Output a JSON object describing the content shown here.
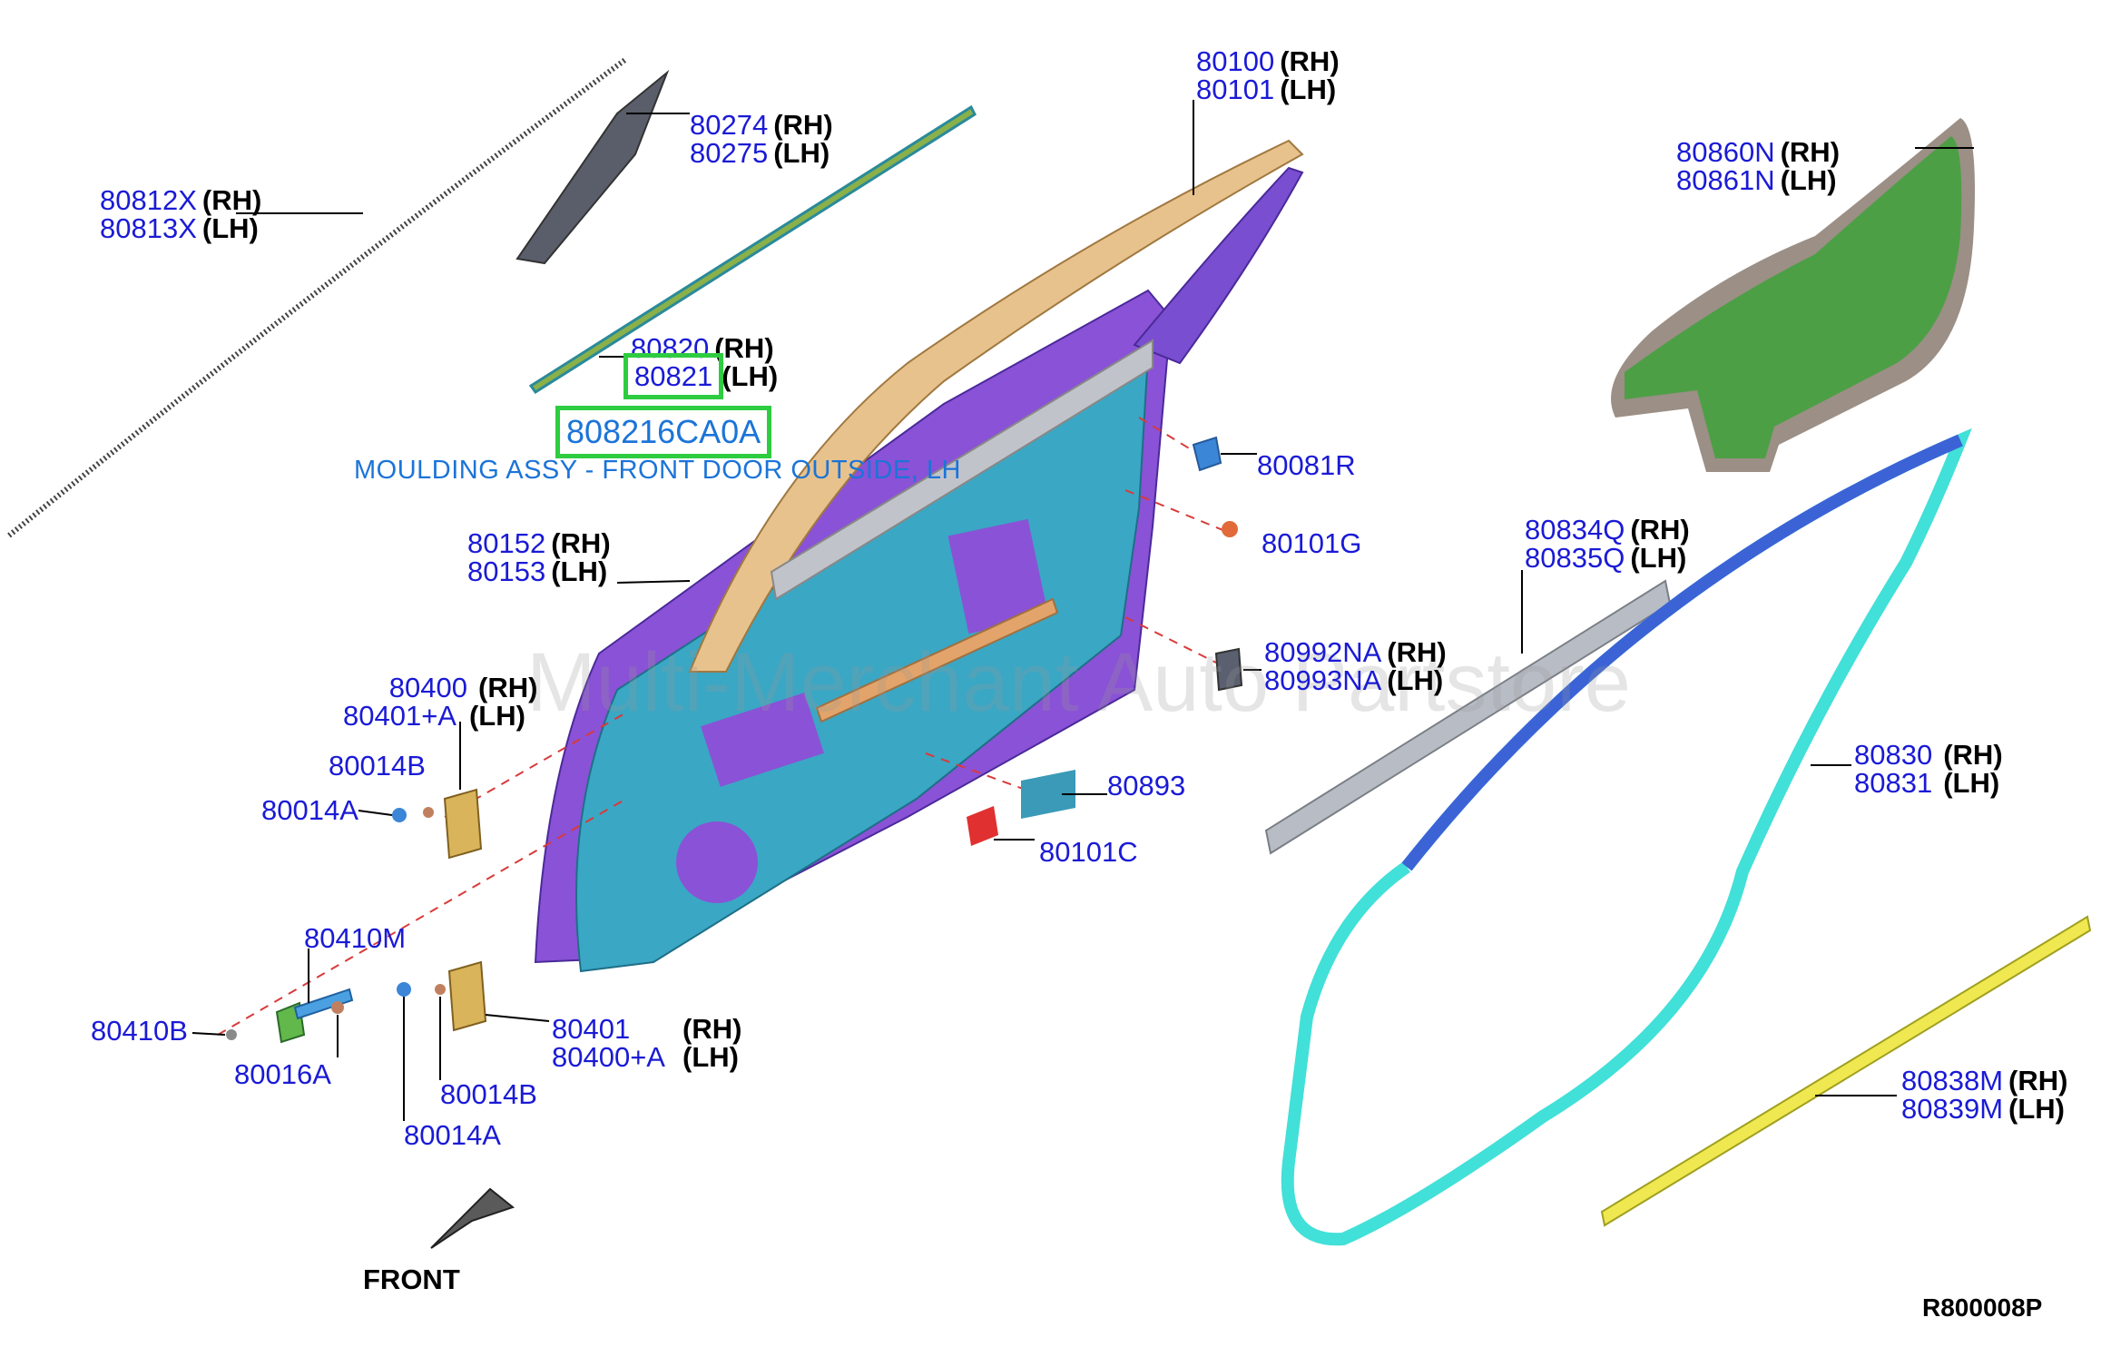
{
  "watermark": "Multi-Merchant Auto Partstore",
  "front_label": "FRONT",
  "ref_code": "R800008P",
  "highlight": {
    "part": "808216CA0A",
    "description": "MOULDING ASSY - FRONT DOOR OUTSIDE, LH"
  },
  "labels": {
    "l80812x": {
      "a": "80812X",
      "b": "80813X",
      "ra": "(RH)",
      "rb": "(LH)"
    },
    "l80274": {
      "a": "80274",
      "b": "80275",
      "ra": "(RH)",
      "rb": "(LH)"
    },
    "l80100": {
      "a": "80100",
      "b": "80101",
      "ra": "(RH)",
      "rb": "(LH)"
    },
    "l80860": {
      "a": "80860N",
      "b": "80861N",
      "ra": "(RH)",
      "rb": "(LH)"
    },
    "l80820": {
      "a": "80820",
      "b": "80821",
      "ra": "(RH)",
      "rb": "(LH)"
    },
    "l80081r": "80081R",
    "l80101g": "80101G",
    "l80152": {
      "a": "80152",
      "b": "80153",
      "ra": "(RH)",
      "rb": "(LH)"
    },
    "l80834": {
      "a": "80834Q",
      "b": "80835Q",
      "ra": "(RH)",
      "rb": "(LH)"
    },
    "l80992": {
      "a": "80992NA",
      "b": "80993NA",
      "ra": "(RH)",
      "rb": "(LH)"
    },
    "l80400": {
      "a": "80400",
      "b": "80401+A",
      "ra": "(RH)",
      "rb": "(LH)"
    },
    "l80014b1": "80014B",
    "l80014a1": "80014A",
    "l80893": "80893",
    "l80101c": "80101C",
    "l80830": {
      "a": "80830",
      "b": "80831",
      "ra": "(RH)",
      "rb": "(LH)"
    },
    "l80410m": "80410M",
    "l80410b": "80410B",
    "l80016a": "80016A",
    "l80401": {
      "a": "80401",
      "b": "80400+A",
      "ra": "(RH)",
      "rb": "(LH)"
    },
    "l80014b2": "80014B",
    "l80014a2": "80014A",
    "l80838": {
      "a": "80838M",
      "b": "80839M",
      "ra": "(RH)",
      "rb": "(LH)"
    }
  },
  "colors": {
    "label_blue": "#1a1ad6",
    "highlight_green": "#2ecc40",
    "door_teal": "#3aa7c4",
    "door_purple": "#8a52d6",
    "sash_tan": "#e8c28c",
    "seal_cyan": "#41e0d8",
    "seal_blue": "#3b63d6",
    "trim_green": "#3fa23a",
    "strip_yellow": "#f0e850"
  }
}
